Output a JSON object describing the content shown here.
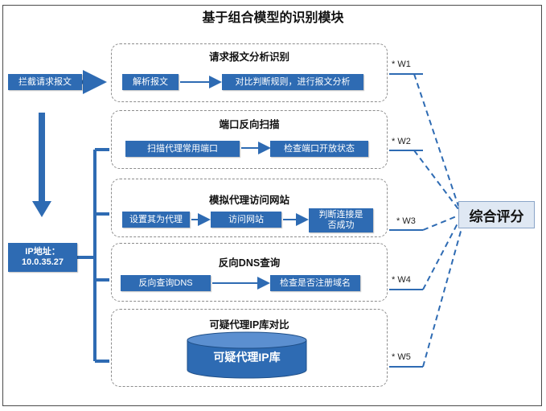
{
  "title": "基于组合模型的识别模块",
  "intercept": "拦截请求报文",
  "ip": "IP地址：\n10.0.35.27",
  "sections": [
    {
      "title": "请求报文分析识别",
      "boxes": [
        "解析报文",
        "对比判断规则，进行报文分析"
      ],
      "weight": "* W1"
    },
    {
      "title": "端口反向扫描",
      "boxes": [
        "扫描代理常用端口",
        "检查端口开放状态"
      ],
      "weight": "* W2"
    },
    {
      "title": "模拟代理访问网站",
      "boxes": [
        "设置其为代理",
        "访问网站",
        "判断连接是否成功"
      ],
      "weight": "* W3"
    },
    {
      "title": "反向DNS查询",
      "boxes": [
        "反向查询DNS",
        "检查是否注册域名"
      ],
      "weight": "* W4"
    },
    {
      "title": "可疑代理IP库对比",
      "boxes": [],
      "weight": "* W5"
    }
  ],
  "database": "可疑代理IP库",
  "combined": "综合评分",
  "colors": {
    "box": "#2e6bb3",
    "arrow": "#2e6bb3",
    "combined_bg": "#dfe8f3",
    "dash": "#8c8c8c"
  }
}
